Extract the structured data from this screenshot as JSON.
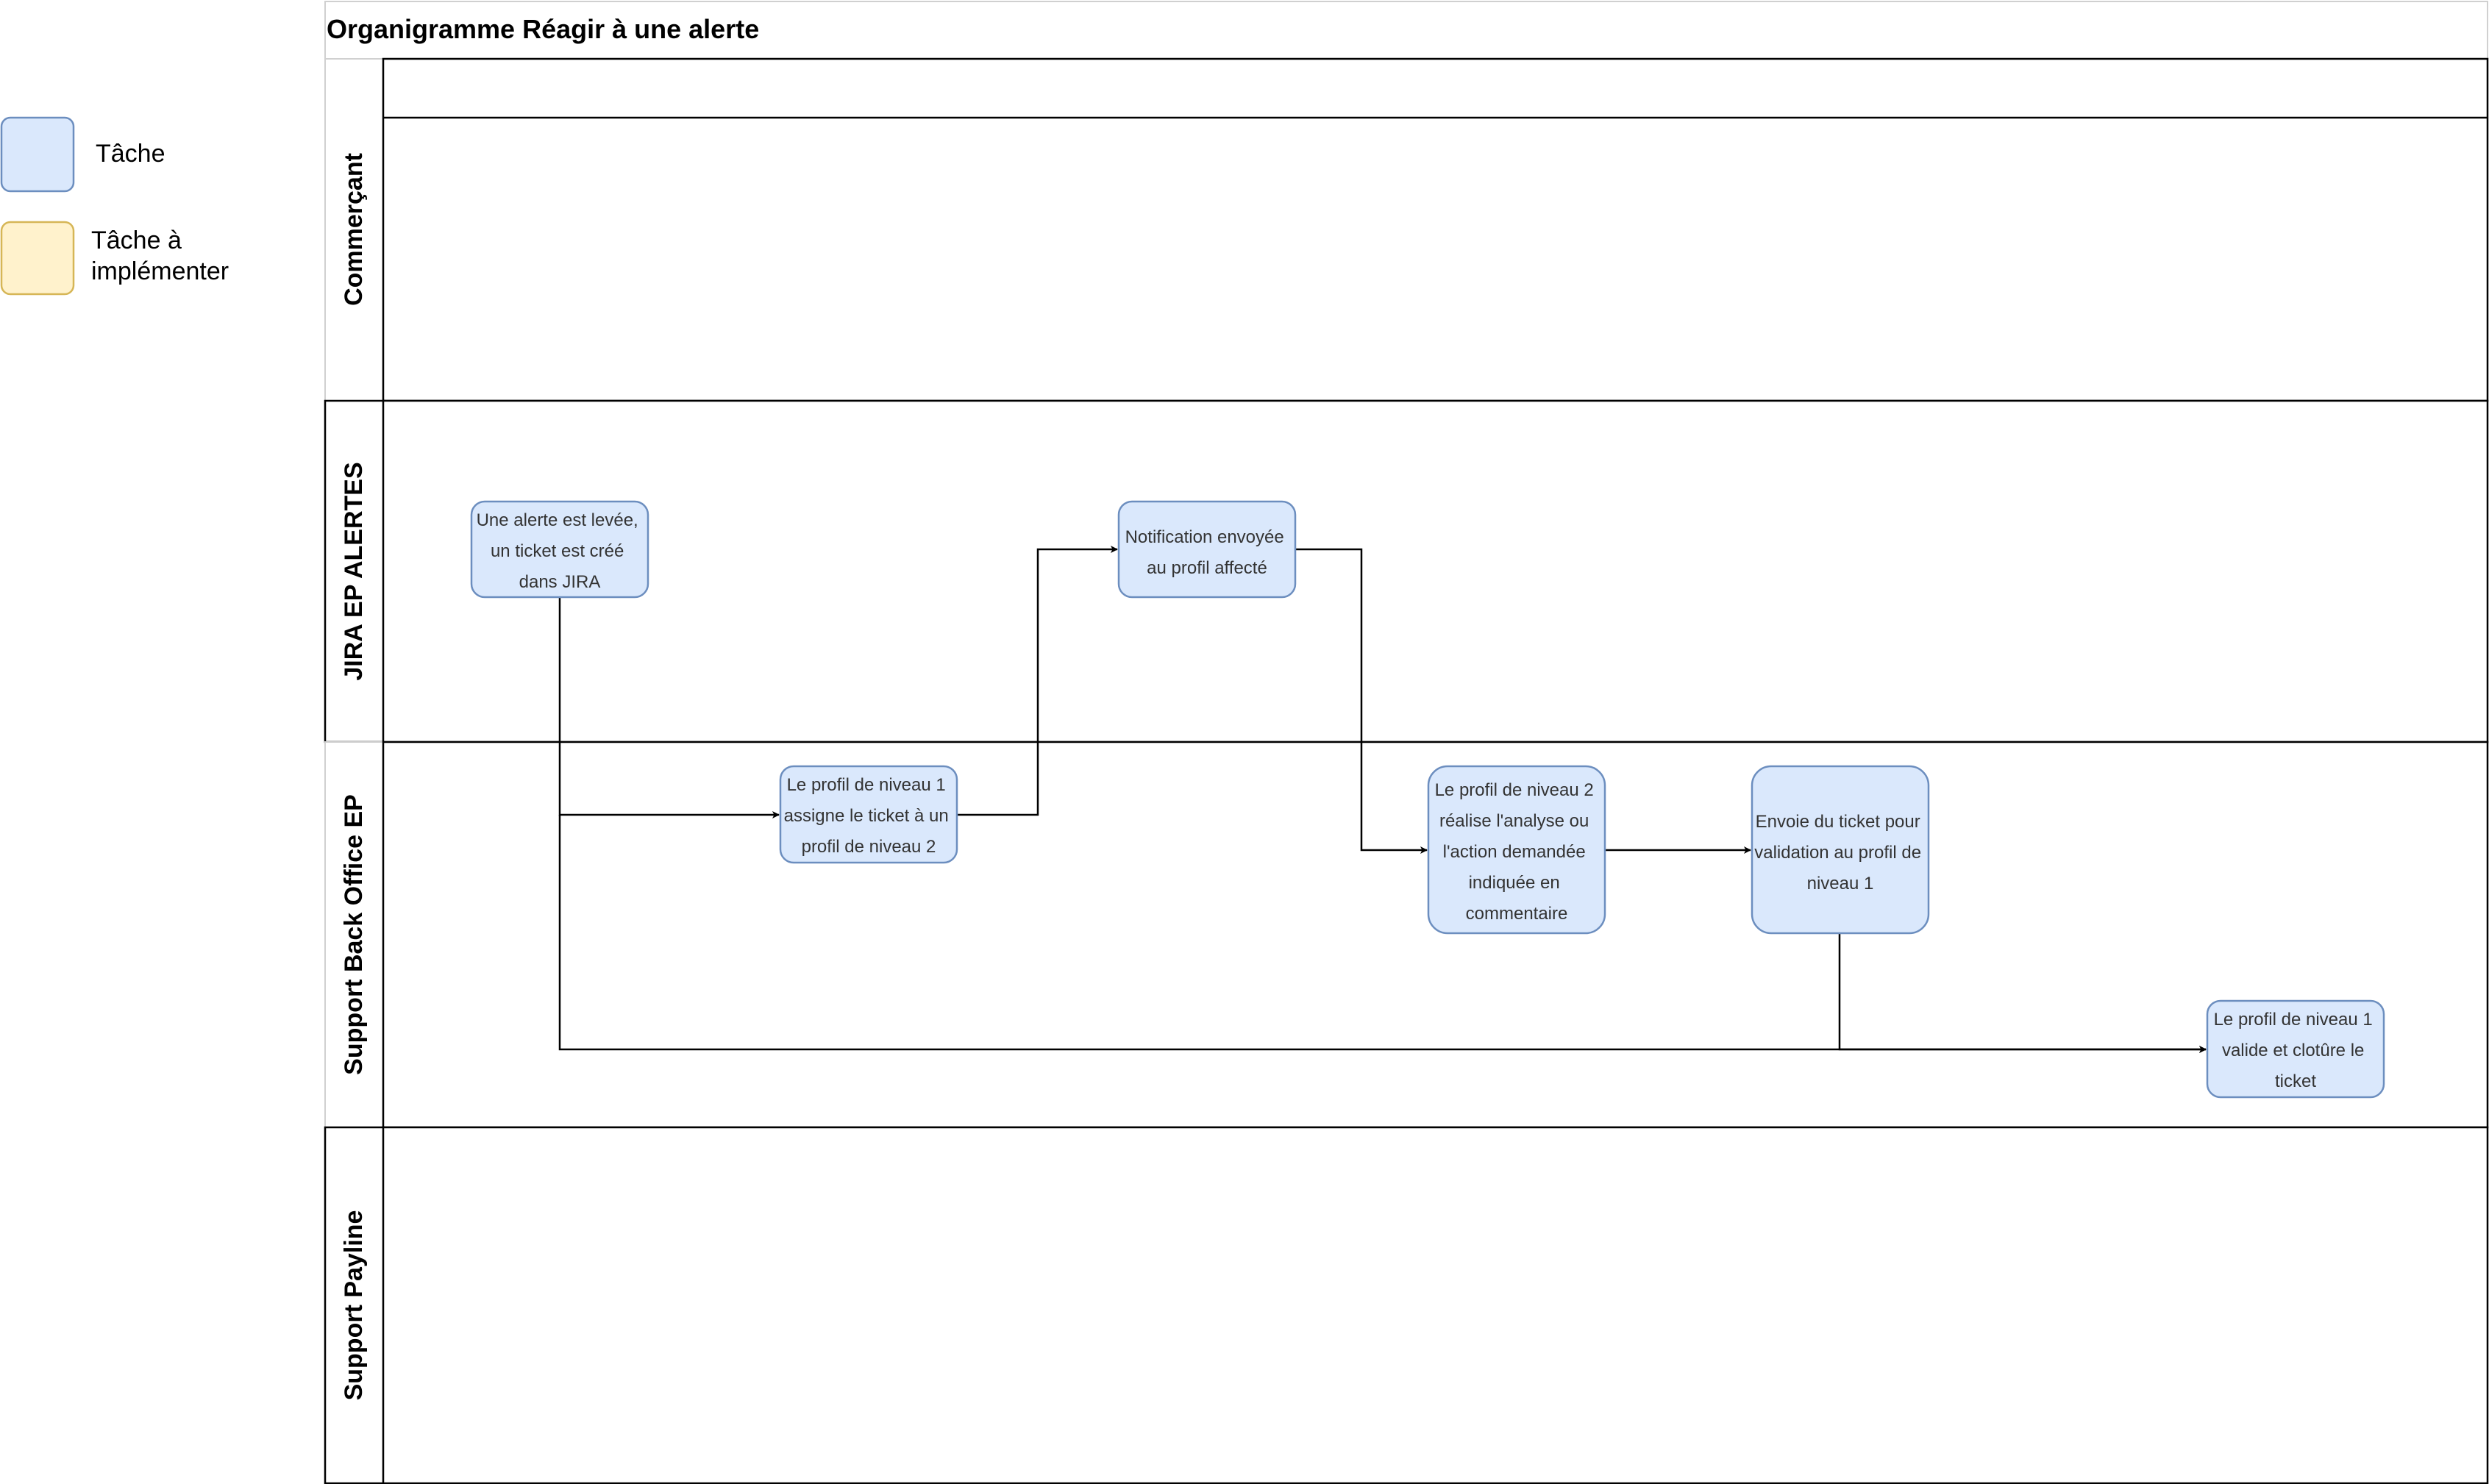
{
  "title": "Organigramme Réagir à une alerte",
  "legend": [
    {
      "label_lines": [
        "Tâche"
      ],
      "fill": "#dae8fc",
      "stroke": "#6c8ebf"
    },
    {
      "label_lines": [
        "Tâche à",
        "implémenter"
      ],
      "fill": "#fff2cc",
      "stroke": "#d6b656"
    }
  ],
  "lanes": [
    {
      "id": "commercant",
      "label": "Commerçant"
    },
    {
      "id": "jira",
      "label": "JIRA EP ALERTES"
    },
    {
      "id": "support-bo",
      "label": "Support Back Office EP"
    },
    {
      "id": "payline",
      "label": "Support Payline"
    }
  ],
  "nodes": [
    {
      "id": "alerte",
      "lines": [
        "Une alerte est levée,",
        "un ticket est créé",
        "dans JIRA"
      ]
    },
    {
      "id": "notification",
      "lines": [
        "Notification envoyée",
        "au profil affecté"
      ]
    },
    {
      "id": "assigne",
      "lines": [
        "Le profil de niveau 1",
        "assigne le ticket à un",
        "profil de niveau 2"
      ]
    },
    {
      "id": "analyse",
      "lines": [
        "Le profil de niveau 2",
        "réalise l'analyse ou",
        "l'action demandée",
        "indiquée en",
        "commentaire"
      ]
    },
    {
      "id": "envoie",
      "lines": [
        "Envoie du ticket pour",
        "validation au profil de",
        "niveau 1"
      ]
    },
    {
      "id": "cloture",
      "lines": [
        "Le profil de niveau 1",
        "valide et clotûre le",
        "ticket"
      ]
    }
  ],
  "edges": [
    {
      "from": "alerte",
      "to": "assigne"
    },
    {
      "from": "assigne",
      "to": "notification"
    },
    {
      "from": "notification",
      "to": "analyse"
    },
    {
      "from": "analyse",
      "to": "envoie"
    },
    {
      "from": "envoie",
      "to": "cloture"
    },
    {
      "from": "alerte",
      "to": "cloture"
    }
  ],
  "colors": {
    "task_fill": "#dae8fc",
    "task_stroke": "#6c8ebf",
    "todo_fill": "#fff2cc",
    "todo_stroke": "#d6b656",
    "node_text": "#333333"
  }
}
